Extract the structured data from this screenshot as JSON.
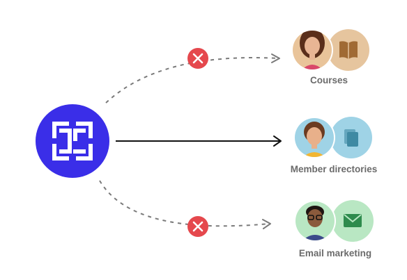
{
  "targets": [
    {
      "id": "courses",
      "label": "Courses",
      "icon": "book-icon",
      "status": "blocked",
      "avatar_bg": "#e9c49a",
      "icon_bg": "#e6c59e",
      "icon_color": "#a06a34"
    },
    {
      "id": "member-directories",
      "label": "Member directories",
      "icon": "document-icon",
      "status": "connected",
      "avatar_bg": "#9fd3e6",
      "icon_bg": "#9fd3e6",
      "icon_color": "#3f8aa3"
    },
    {
      "id": "email-marketing",
      "label": "Email marketing",
      "icon": "envelope-icon",
      "status": "blocked",
      "avatar_bg": "#b9e7c3",
      "icon_bg": "#b9e7c3",
      "icon_color": "#2e8b4d"
    }
  ],
  "colors": {
    "brand": "#3a2ee8",
    "blocked": "#e5484d",
    "connector_dashed": "#7a7a7a",
    "connector_solid": "#111111",
    "label": "#6b6b6b"
  }
}
